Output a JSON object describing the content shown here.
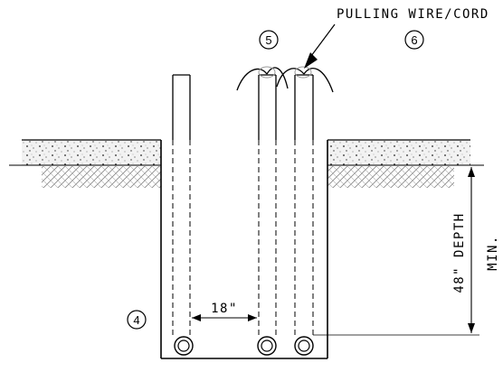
{
  "diagram": {
    "labels": {
      "pulling_wire": "PULLING WIRE/CORD",
      "spacing": "18\"",
      "depth_line1": "48\" DEPTH",
      "depth_line2": "MIN."
    },
    "callouts": {
      "c4": "4",
      "c5": "5",
      "c6": "6"
    },
    "colors": {
      "line": "#000000",
      "soil_dots": "#555555",
      "hatch": "#777777",
      "background": "#ffffff"
    }
  }
}
